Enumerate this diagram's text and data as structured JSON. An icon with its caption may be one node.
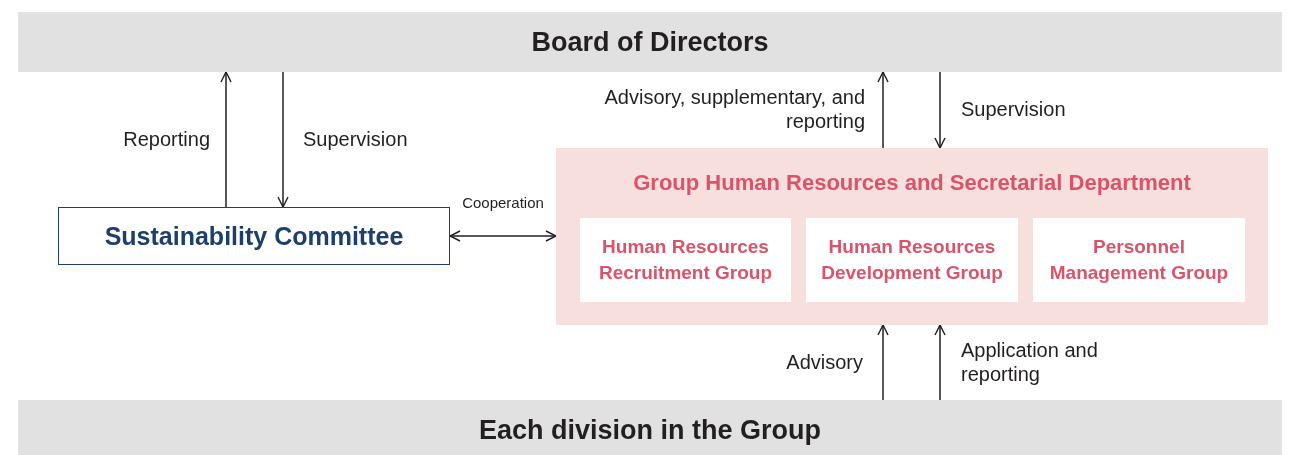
{
  "diagram": {
    "nodes": [
      {
        "text": [
          "Board of Directors"
        ]
      },
      {
        "text": [
          "Sustainability Committee"
        ]
      },
      {
        "text": [
          "Group Human Resources and Secretarial Department"
        ]
      },
      {
        "text": [
          "Human Resources Recruitment Group"
        ],
        "in": 2
      },
      {
        "text": [
          "Human Resources Development Group"
        ],
        "in": 2
      },
      {
        "text": [
          "Personnel Management Group"
        ],
        "in": 2
      },
      {
        "text": [
          "Each division in the Group"
        ]
      }
    ],
    "edges": [
      {
        "from": 1,
        "to": 0,
        "arrow": "to",
        "label": "Reporting"
      },
      {
        "from": 0,
        "to": 1,
        "arrow": "to",
        "label": "Supervision"
      },
      {
        "from": 1,
        "to": 2,
        "arrow": "both",
        "label": "Cooperation"
      },
      {
        "from": 2,
        "to": 0,
        "arrow": "to",
        "label": "Advisory, supplementary, and reporting"
      },
      {
        "from": 0,
        "to": 2,
        "arrow": "to",
        "label": "Supervision"
      },
      {
        "from": 6,
        "to": 2,
        "arrow": "to",
        "label": "Advisory"
      },
      {
        "from": 6,
        "to": 2,
        "arrow": "to",
        "label": "Application and reporting"
      }
    ]
  }
}
